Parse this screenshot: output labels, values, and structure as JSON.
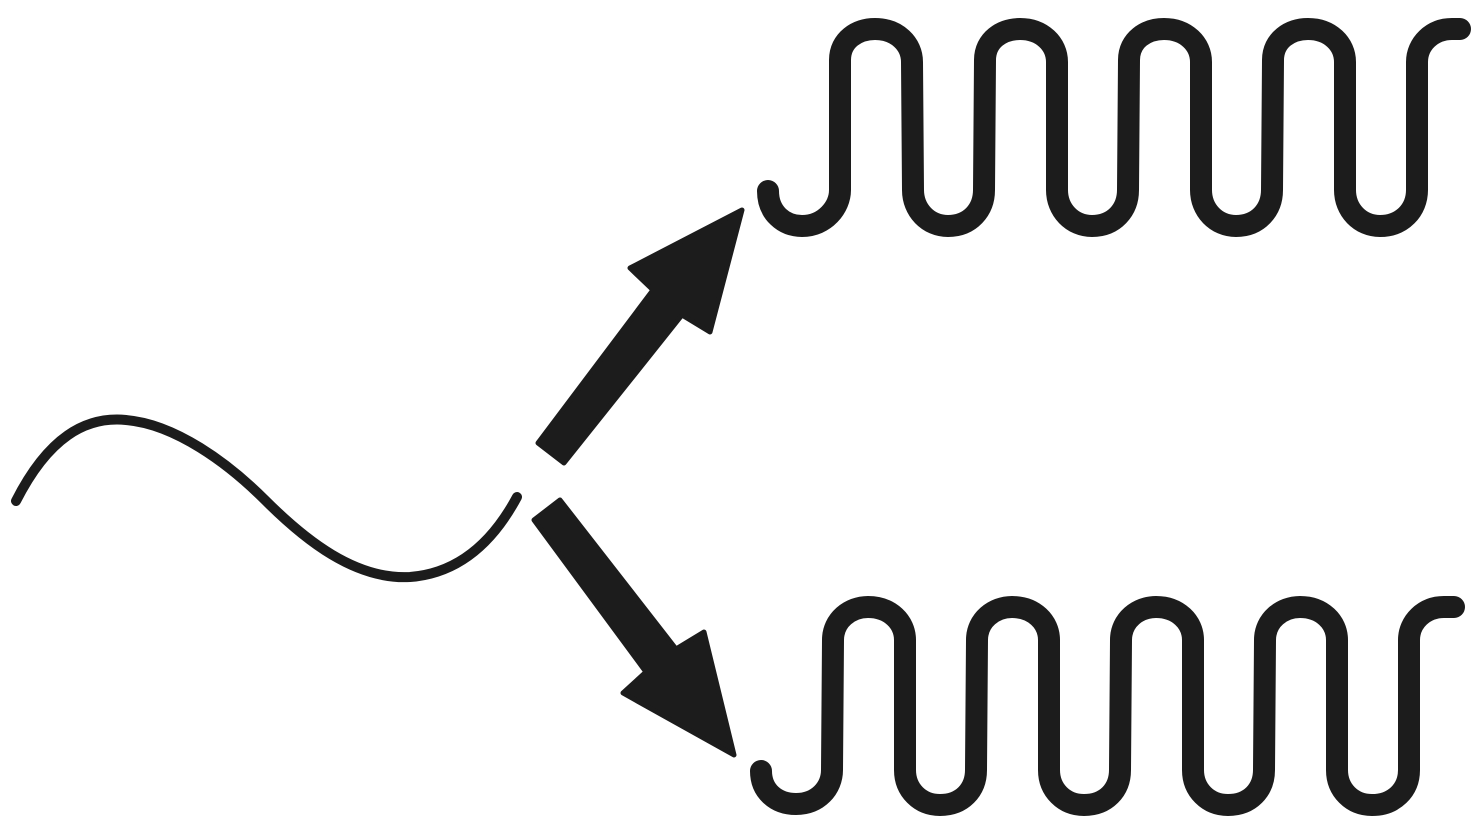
{
  "diagram": {
    "stroke_color": "#1c1c1c",
    "background_color": "#ffffff",
    "elements": [
      {
        "name": "incoming-sine-wave",
        "shape": "smooth wave, one period"
      },
      {
        "name": "upper-arrow",
        "direction": "up-right"
      },
      {
        "name": "lower-arrow",
        "direction": "down-right"
      },
      {
        "name": "upper-square-wave",
        "shape": "rounded square wave"
      },
      {
        "name": "lower-square-wave",
        "shape": "rounded square wave"
      }
    ]
  }
}
